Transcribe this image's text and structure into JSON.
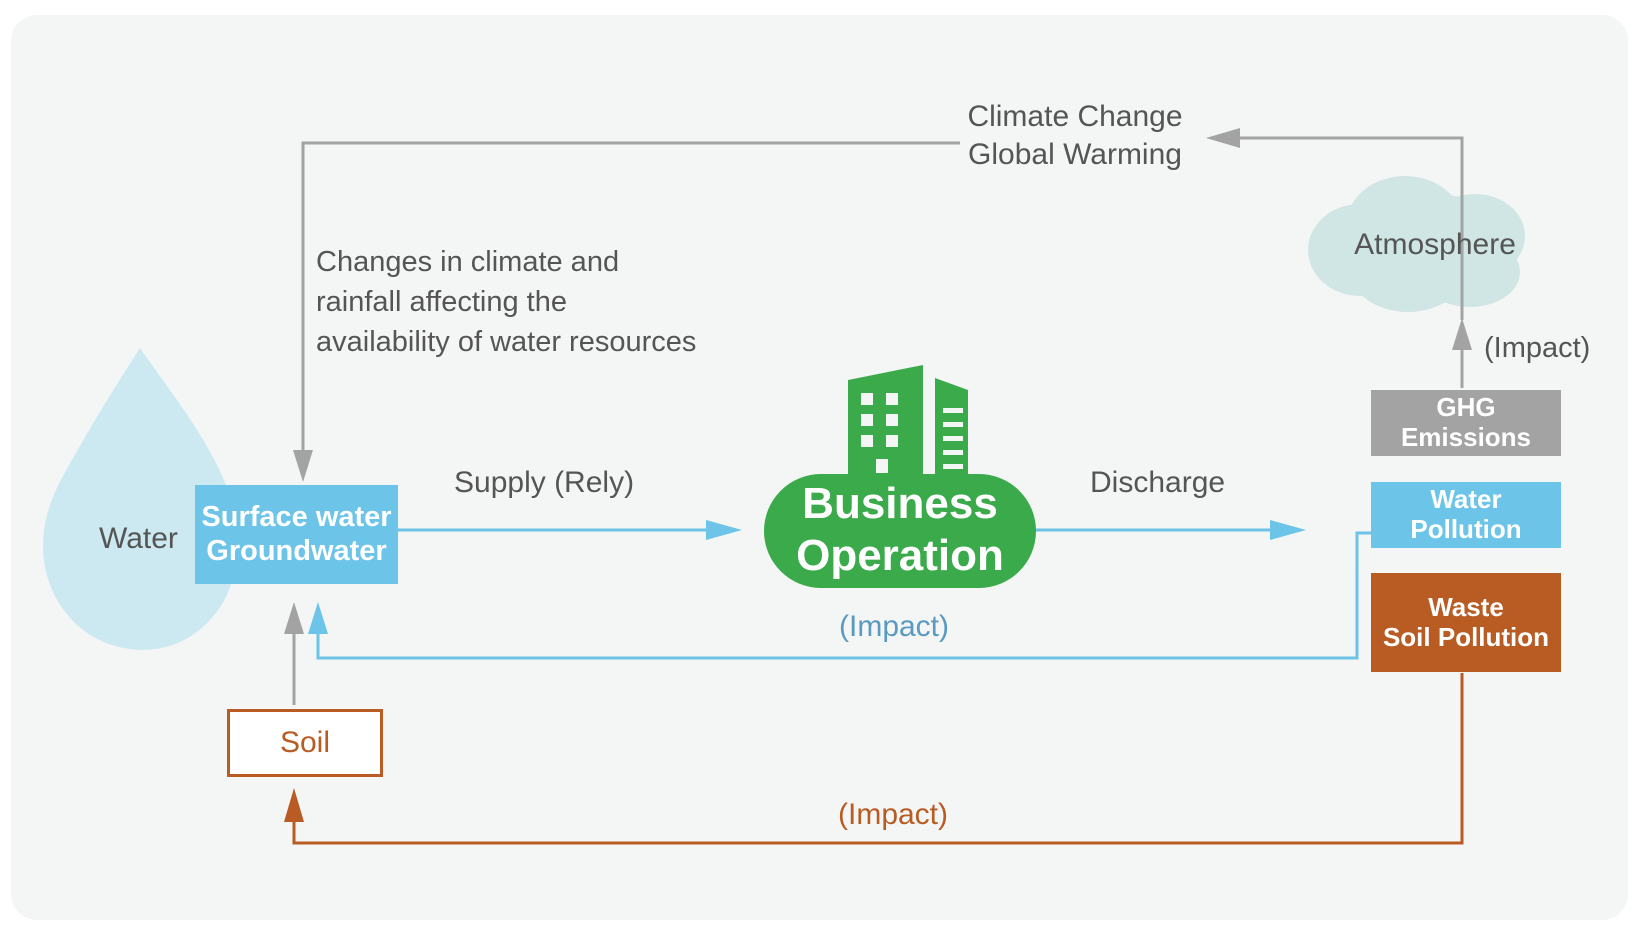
{
  "water": {
    "label": "Water"
  },
  "source_box": {
    "line1": "Surface water",
    "line2": "Groundwater"
  },
  "climate": {
    "line1": "Climate Change",
    "line2": "Global Warming"
  },
  "changes": {
    "line1": "Changes in climate and",
    "line2": "rainfall affecting the",
    "line3": "availability of water resources"
  },
  "supply": {
    "label": "Supply (Rely)"
  },
  "business": {
    "line1": "Business",
    "line2": "Operation"
  },
  "discharge": {
    "label": "Discharge"
  },
  "atmosphere": {
    "label": "Atmosphere"
  },
  "impact_atmosphere": {
    "label": "(Impact)"
  },
  "ghg": {
    "line1": "GHG",
    "line2": "Emissions"
  },
  "water_pollution": {
    "line1": "Water",
    "line2": "Pollution"
  },
  "waste": {
    "line1": "Waste",
    "line2": "Soil Pollution"
  },
  "impact_water": {
    "label": "(Impact)"
  },
  "soil": {
    "label": "Soil"
  },
  "impact_soil": {
    "label": "(Impact)"
  },
  "colors": {
    "water_blue": "#6cc4e8",
    "drop": "#cce9f1",
    "green": "#3aaa4a",
    "gray": "#a3a3a3",
    "brown": "#b85c24",
    "cloud": "#cfe6e4",
    "text": "#555555"
  }
}
